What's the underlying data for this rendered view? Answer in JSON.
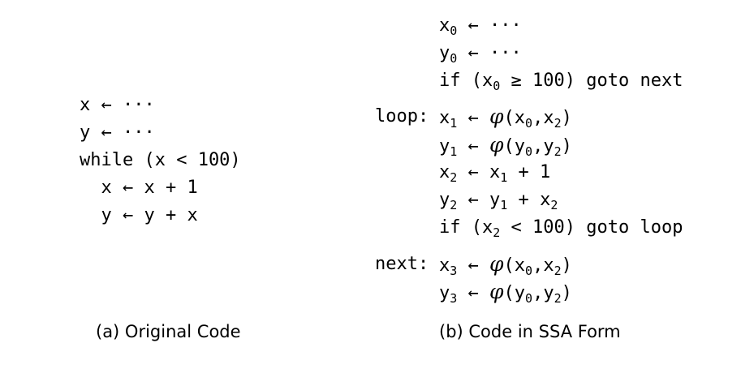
{
  "original": {
    "lines": [
      "x ← ···",
      "y ← ···",
      "while (x < 100)",
      "  x ← x + 1",
      "  y ← y + x"
    ],
    "caption": "(a) Original Code"
  },
  "ssa": {
    "labels": {
      "loop": "loop:",
      "next": "next:"
    },
    "lines": [
      {
        "segments": [
          [
            "x",
            "0"
          ],
          " ← ···"
        ]
      },
      {
        "segments": [
          [
            "y",
            "0"
          ],
          " ← ···"
        ]
      },
      {
        "segments": [
          "if (",
          [
            "x",
            "0"
          ],
          " ≥ 100) goto next"
        ]
      },
      {
        "segments": [
          [
            "x",
            "1"
          ],
          " ← ",
          {
            "phi": "φ"
          },
          "(",
          [
            "x",
            "0"
          ],
          ",",
          [
            "x",
            "2"
          ],
          ")"
        ]
      },
      {
        "segments": [
          [
            "y",
            "1"
          ],
          " ← ",
          {
            "phi": "φ"
          },
          "(",
          [
            "y",
            "0"
          ],
          ",",
          [
            "y",
            "2"
          ],
          ")"
        ]
      },
      {
        "segments": [
          [
            "x",
            "2"
          ],
          " ← ",
          [
            "x",
            "1"
          ],
          " + 1"
        ]
      },
      {
        "segments": [
          [
            "y",
            "2"
          ],
          " ← ",
          [
            "y",
            "1"
          ],
          " + ",
          [
            "x",
            "2"
          ]
        ]
      },
      {
        "segments": [
          "if (",
          [
            "x",
            "2"
          ],
          " < 100) goto loop"
        ]
      },
      {
        "segments": [
          [
            "x",
            "3"
          ],
          " ← ",
          {
            "phi": "φ"
          },
          "(",
          [
            "x",
            "0"
          ],
          ",",
          [
            "x",
            "2"
          ],
          ")"
        ]
      },
      {
        "segments": [
          [
            "y",
            "3"
          ],
          " ← ",
          {
            "phi": "φ"
          },
          "(",
          [
            "y",
            "0"
          ],
          ",",
          [
            "y",
            "2"
          ],
          ")"
        ]
      }
    ],
    "caption": "(b) Code in SSA Form"
  }
}
